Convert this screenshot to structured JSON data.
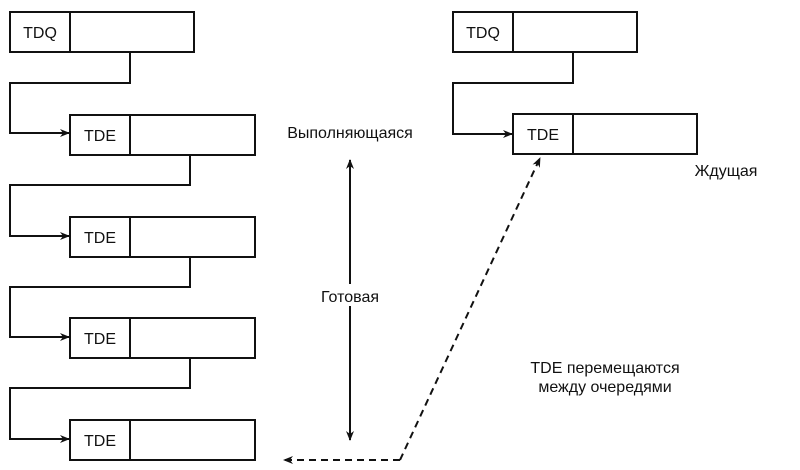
{
  "ready_queue": {
    "head_label": "TDQ",
    "entries": [
      "TDE",
      "TDE",
      "TDE",
      "TDE"
    ]
  },
  "waiting_queue": {
    "head_label": "TDQ",
    "entries": [
      "TDE"
    ],
    "label": "Ждущая"
  },
  "labels": {
    "running": "Выполняющаяся",
    "ready": "Готовая",
    "move_line1": "TDE перемещаются",
    "move_line2": "между очередями"
  }
}
